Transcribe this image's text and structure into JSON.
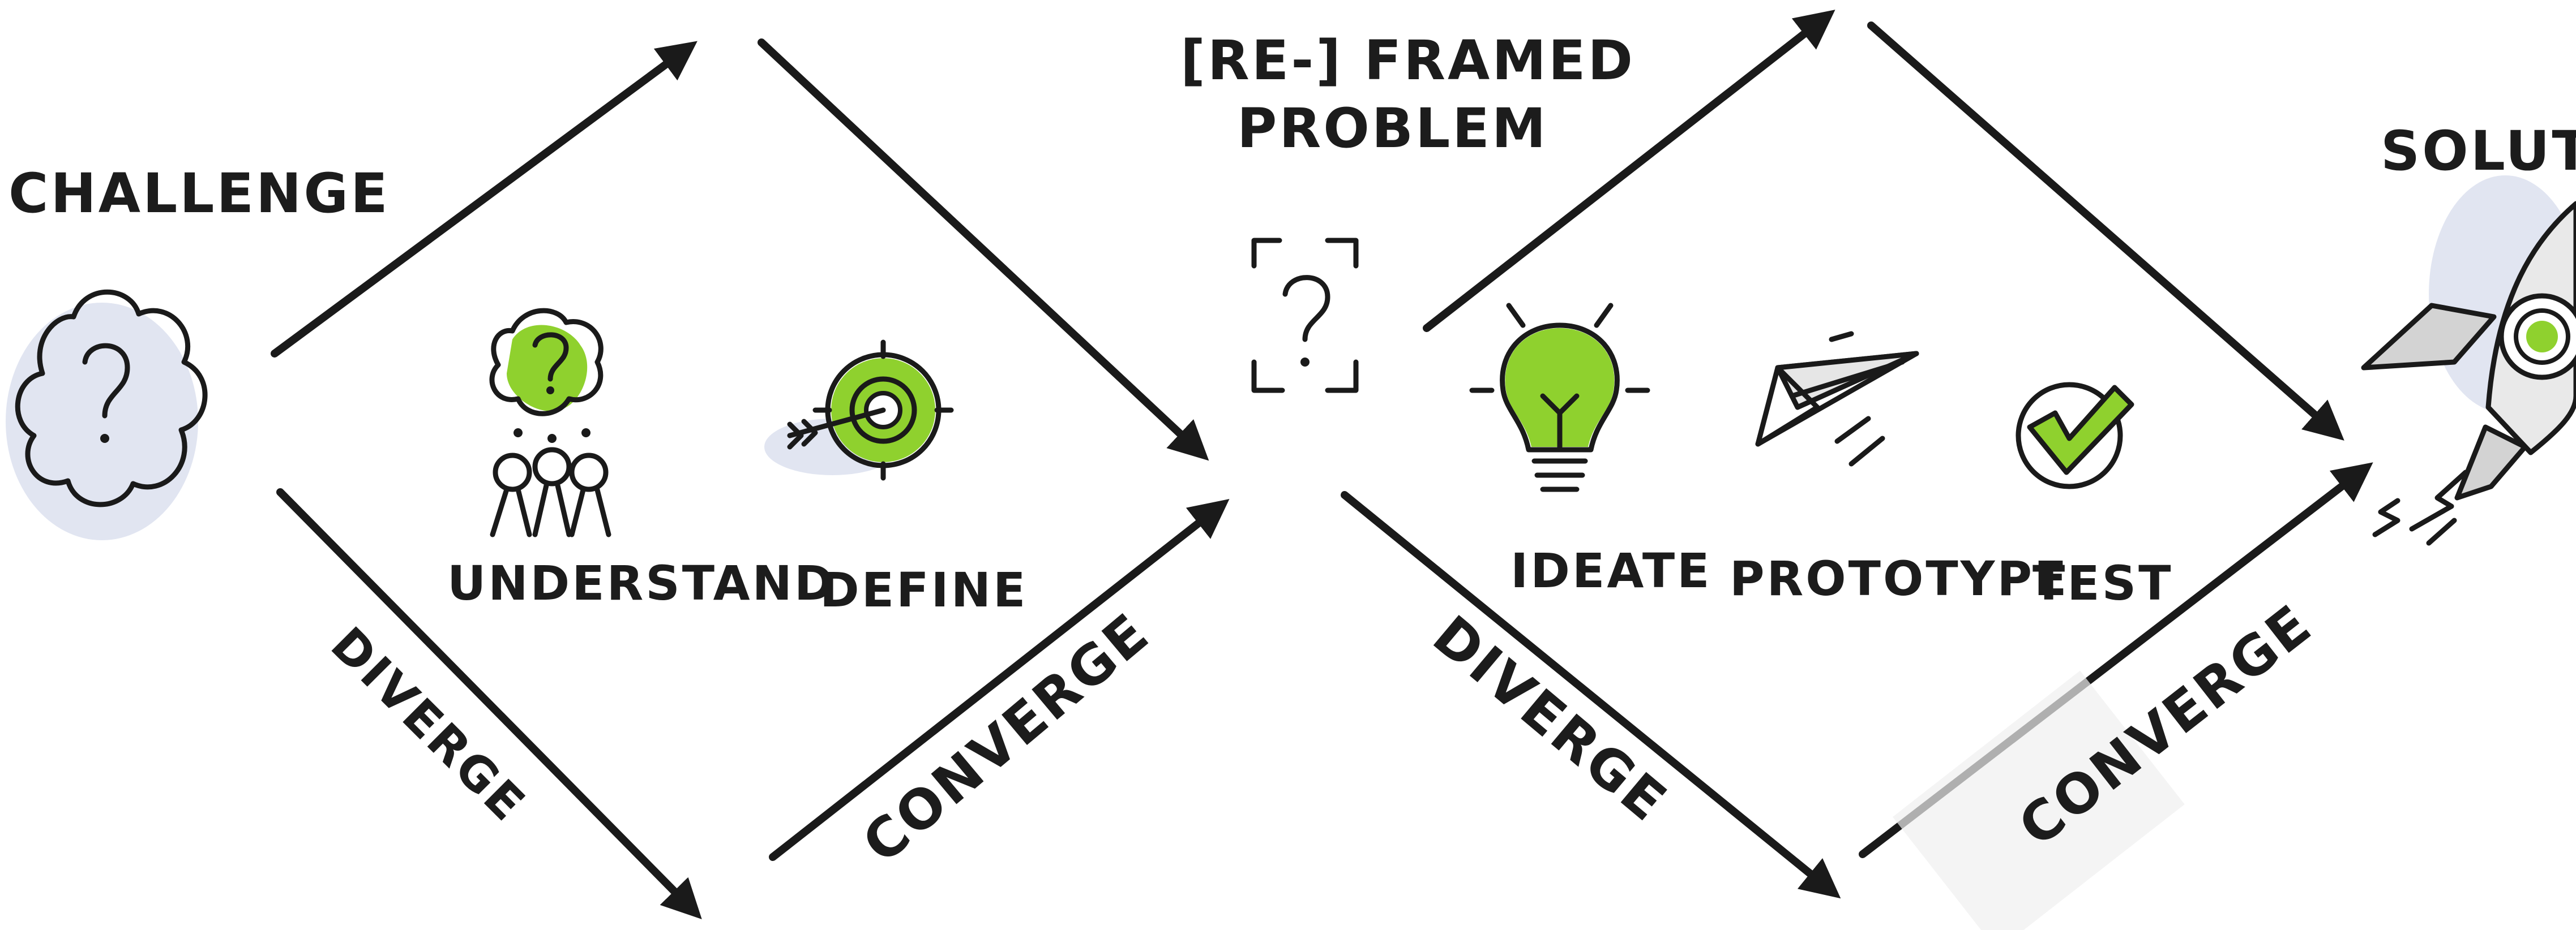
{
  "labels": {
    "challenge": "CHALLENGE",
    "reframed_line1": "[RE-] FRAMED",
    "reframed_line2": "PROBLEM",
    "solution": "SOLUTIO",
    "understand": "UNDERSTAND",
    "define": "DEFINE",
    "ideate": "IDEATE",
    "prototype": "PROTOTYPE",
    "test": "TEST",
    "diverge_1": "DIVERGE",
    "converge_1": "CONVERGE",
    "diverge_2": "DIVERGE",
    "converge_2": "CONVERGE"
  },
  "colors": {
    "accent_green": "#8fd12e",
    "ink": "#1a1a1a",
    "shadow_blue": "#c9cfe6"
  },
  "icons": [
    "question-cloud-icon",
    "people-thinking-icon",
    "target-arrow-icon",
    "reframe-question-icon",
    "lightbulb-icon",
    "paper-plane-icon",
    "checkmark-circle-icon",
    "rocket-icon"
  ]
}
